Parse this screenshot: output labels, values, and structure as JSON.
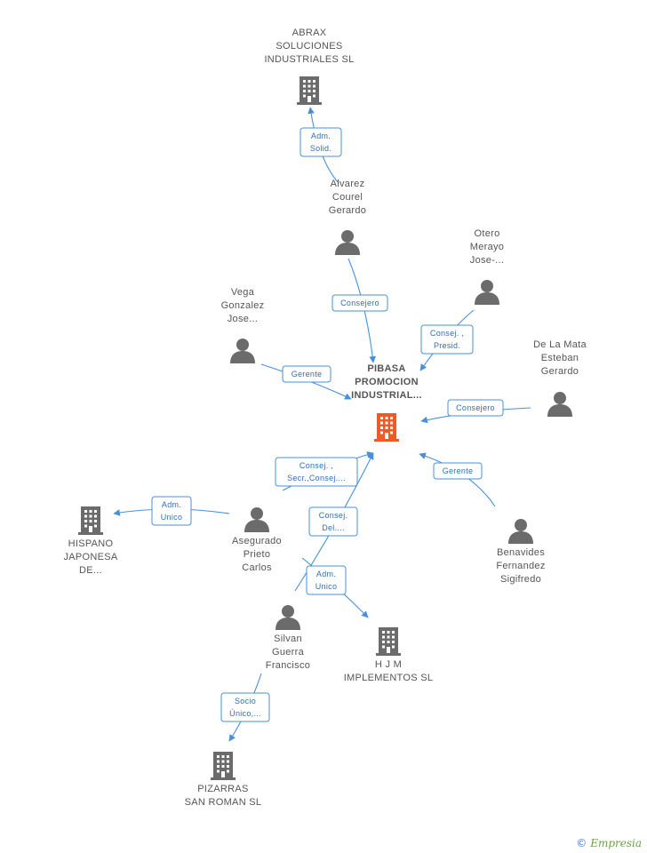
{
  "nodes": [
    {
      "id": "pibasa",
      "type": "company",
      "main": true,
      "label": [
        "PIBASA",
        "PROMOCION",
        "INDUSTRIAL..."
      ]
    },
    {
      "id": "abrax",
      "type": "company",
      "label": [
        "ABRAX",
        "SOLUCIONES",
        "INDUSTRIALES SL"
      ]
    },
    {
      "id": "alvarez",
      "type": "person",
      "label": [
        "Alvarez",
        "Courel",
        "Gerardo"
      ]
    },
    {
      "id": "otero",
      "type": "person",
      "label": [
        "Otero",
        "Merayo",
        "Jose-..."
      ]
    },
    {
      "id": "vega",
      "type": "person",
      "label": [
        "Vega",
        "Gonzalez",
        "Jose..."
      ]
    },
    {
      "id": "delamata",
      "type": "person",
      "label": [
        "De La Mata",
        "Esteban",
        "Gerardo"
      ]
    },
    {
      "id": "hispano",
      "type": "company",
      "label": [
        "HISPANO",
        "JAPONESA",
        "DE..."
      ]
    },
    {
      "id": "asegurado",
      "type": "person",
      "label": [
        "Asegurado",
        "Prieto",
        "Carlos"
      ]
    },
    {
      "id": "benavides",
      "type": "person",
      "label": [
        "Benavides",
        "Fernandez",
        "Sigifredo"
      ]
    },
    {
      "id": "silvan",
      "type": "person",
      "label": [
        "Silvan",
        "Guerra",
        "Francisco"
      ]
    },
    {
      "id": "hjm",
      "type": "company",
      "label": [
        "H J M",
        "IMPLEMENTOS SL"
      ]
    },
    {
      "id": "pizarras",
      "type": "company",
      "label": [
        "PIZARRAS",
        "SAN ROMAN SL"
      ]
    }
  ],
  "edges": [
    {
      "from": "alvarez",
      "to": "abrax",
      "label": [
        "Adm.",
        "Solid."
      ]
    },
    {
      "from": "alvarez",
      "to": "pibasa",
      "label": [
        "Consejero"
      ]
    },
    {
      "from": "otero",
      "to": "pibasa",
      "label": [
        "Consej. ,",
        "Presid."
      ]
    },
    {
      "from": "vega",
      "to": "pibasa",
      "label": [
        "Gerente"
      ]
    },
    {
      "from": "delamata",
      "to": "pibasa",
      "label": [
        "Consejero"
      ]
    },
    {
      "from": "asegurado",
      "to": "pibasa",
      "label": [
        "Consej. ,",
        "Secr.,Consej...."
      ]
    },
    {
      "from": "asegurado",
      "to": "hispano",
      "label": [
        "Adm.",
        "Unico"
      ]
    },
    {
      "from": "benavides",
      "to": "pibasa",
      "label": [
        "Gerente"
      ]
    },
    {
      "from": "silvan",
      "to": "pibasa",
      "label": [
        "Consej.",
        "Del...."
      ]
    },
    {
      "from": "asegurado",
      "to": "hjm",
      "label": [
        "Adm.",
        "Unico"
      ]
    },
    {
      "from": "silvan",
      "to": "pizarras",
      "label": [
        "Socio",
        "Único,..."
      ]
    }
  ],
  "colors": {
    "edge": "#4a90d9",
    "company": "#6b6b6b",
    "main_company": "#f05a28",
    "person": "#6b6b6b"
  },
  "footer": {
    "copyright": "©",
    "brand": "Empresia"
  }
}
